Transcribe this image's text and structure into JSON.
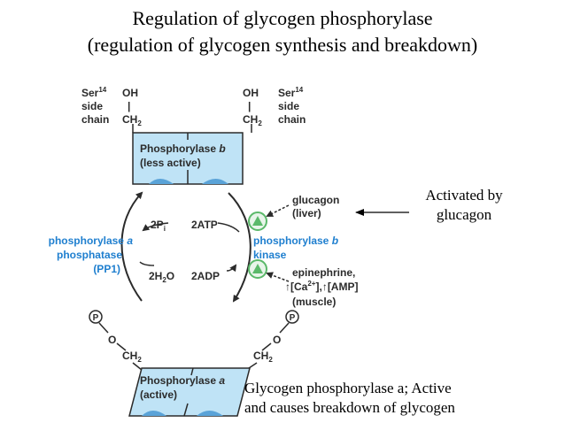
{
  "title": {
    "line1": "Regulation of glycogen phosphorylase",
    "line2": "(regulation of glycogen synthesis and breakdown)"
  },
  "top_enzyme": {
    "left_chain": {
      "ser": "Ser",
      "ser_sup": "14",
      "side": "side",
      "chain": "chain",
      "oh": "OH",
      "bond": "|",
      "ch": "CH",
      "ch_sub": "2"
    },
    "right_chain": {
      "oh": "OH",
      "bond": "|",
      "ch": "CH",
      "ch_sub": "2",
      "ser": "Ser",
      "ser_sup": "14",
      "side": "side",
      "chain": "chain"
    },
    "name_prefix": "Phosphorylase ",
    "name_form": "b",
    "activity": "(less active)"
  },
  "bottom_enzyme": {
    "p_symbol": "P",
    "o_label": "O",
    "ch": "CH",
    "ch_sub": "2",
    "name_prefix": "Phosphorylase ",
    "name_form": "a",
    "activity": "(active)"
  },
  "reactions": {
    "two_pi": "2P",
    "two_pi_sub": "i",
    "two_atp": "2ATP",
    "two_h2o": "2H",
    "two_h2o_sub": "2",
    "two_h2o_tail": "O",
    "two_adp": "2ADP"
  },
  "left_enzyme": {
    "line1_prefix": "phosphorylase ",
    "line1_form": "a",
    "line2": "phosphatase",
    "line3": "(PP1)"
  },
  "right_enzyme": {
    "line1_prefix": "phosphorylase ",
    "line1_form": "b",
    "line2": "kinase"
  },
  "signals": {
    "glucagon": "glucagon",
    "liver": "(liver)",
    "epinephrine": "epinephrine,",
    "ca_open": "↑[Ca",
    "ca_sup": "2+",
    "ca_close": "],",
    "amp": "↑[AMP]",
    "muscle": "(muscle)"
  },
  "notes": {
    "activated_line1": "Activated by",
    "activated_line2": "glucagon",
    "active_line1": "Glycogen phosphorylase a; Active",
    "active_line2": "and causes breakdown of glycogen"
  },
  "colors": {
    "enzyme_fill": "#bfe3f6",
    "enzyme_dome": "#5aa3d8",
    "blue_text": "#1f7fcf",
    "activator_green": "#5bb96a",
    "dark_text": "#2b2b2b"
  }
}
